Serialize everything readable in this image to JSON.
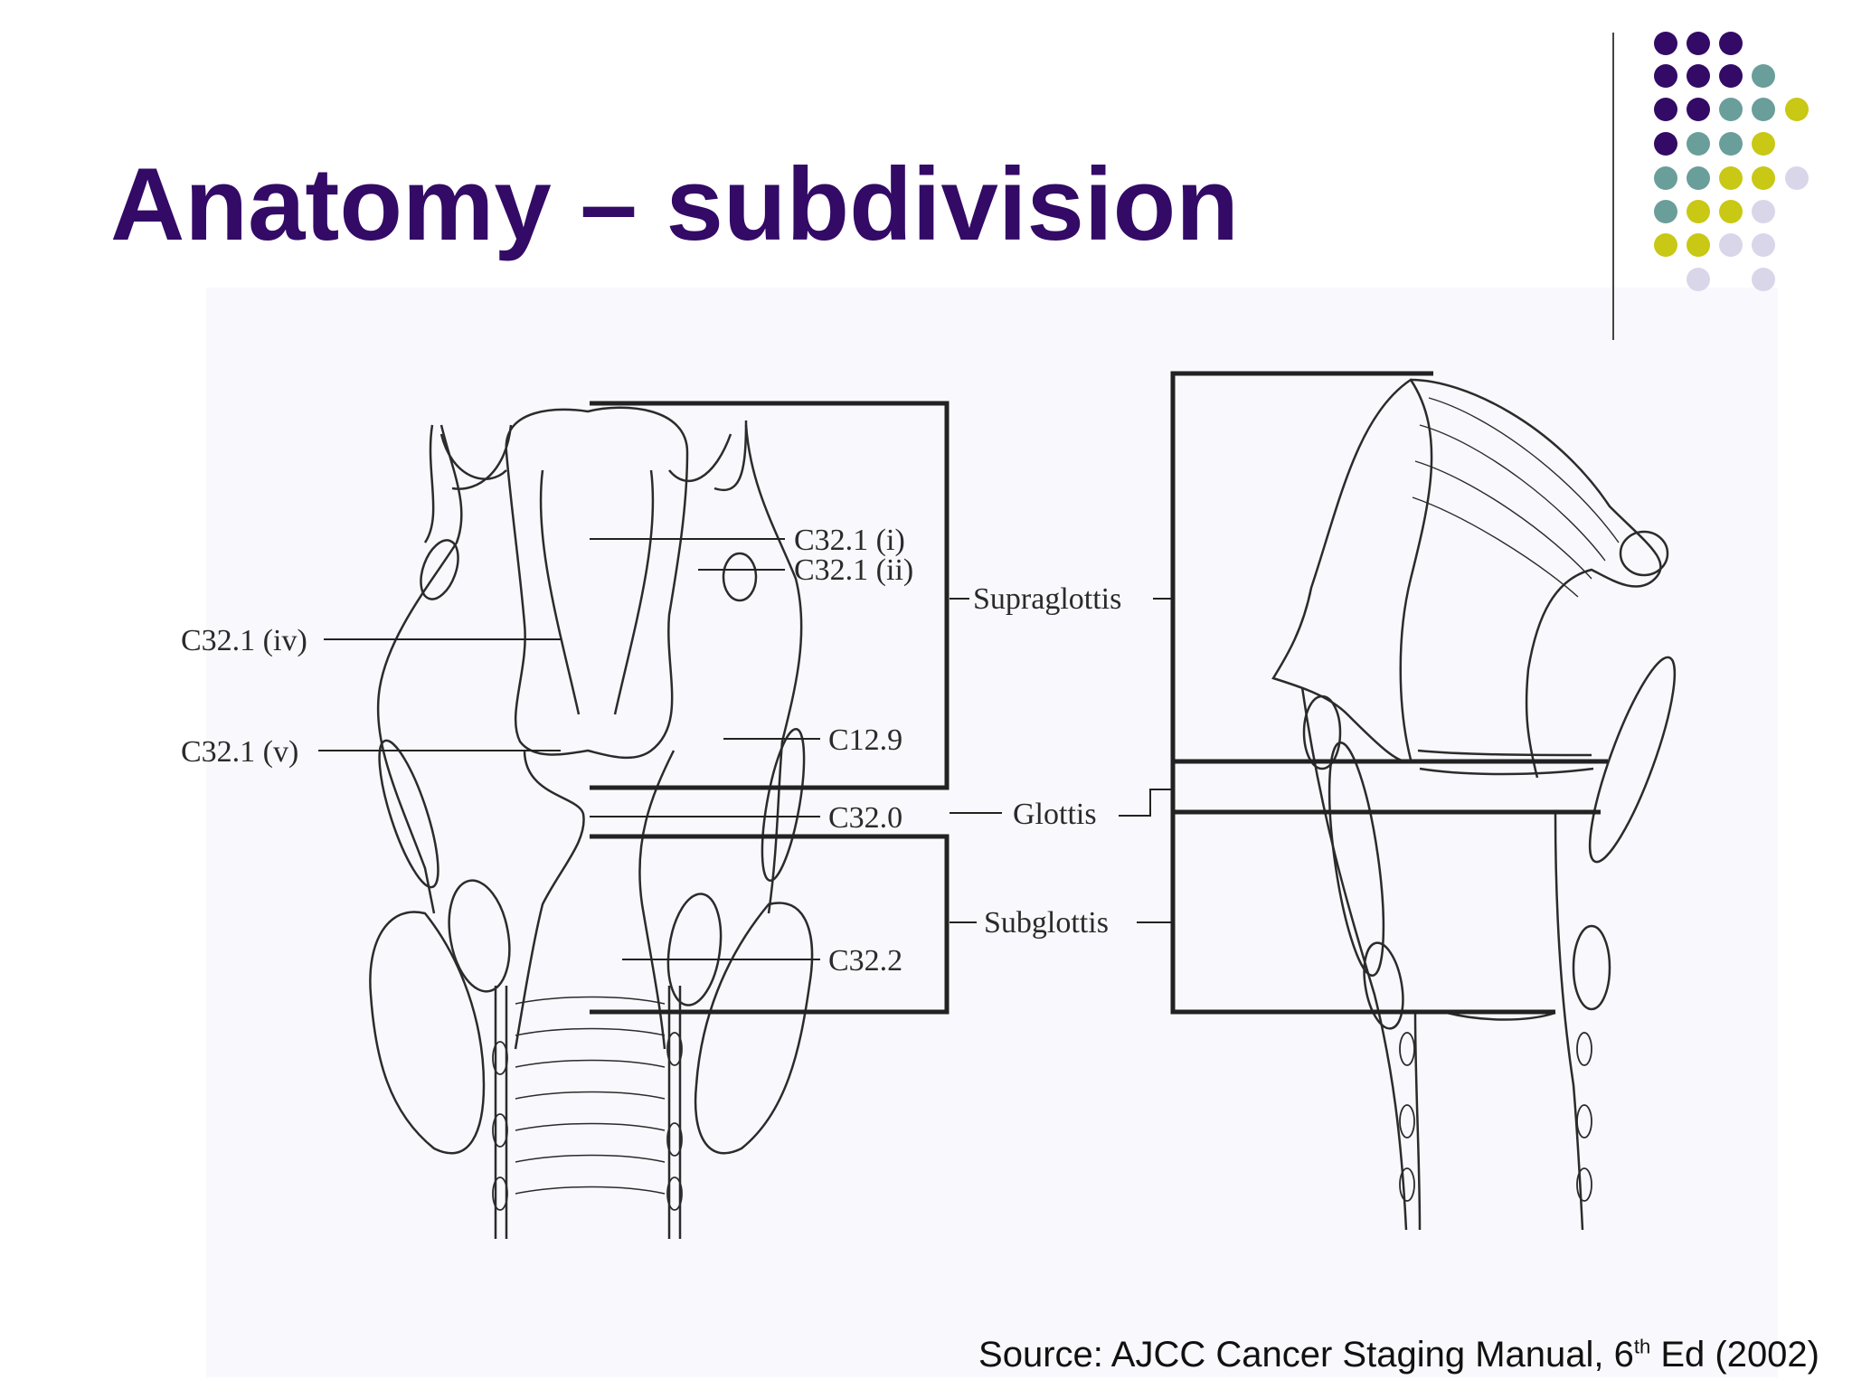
{
  "slide": {
    "title": "Anatomy – subdivision",
    "source": {
      "prefix": "Source: AJCC Cancer Staging Manual, 6",
      "superscript": "th",
      "suffix": " Ed (2002)"
    }
  },
  "colors": {
    "title": "#330a66",
    "dot_purple": "#330a66",
    "dot_teal": "#6a9e9a",
    "dot_olive": "#c8c815",
    "dot_lavender": "#d9d6ea"
  },
  "diagram": {
    "code_labels": {
      "c32_1_i": "C32.1 (i)",
      "c32_1_ii": "C32.1 (ii)",
      "c32_1_iv": "C32.1 (iv)",
      "c32_1_v": "C32.1 (v)",
      "c12_9": "C12.9",
      "c32_0": "C32.0",
      "c32_2": "C32.2"
    },
    "regions": {
      "supraglottis": "Supraglottis",
      "glottis": "Glottis",
      "subglottis": "Subglottis"
    }
  }
}
